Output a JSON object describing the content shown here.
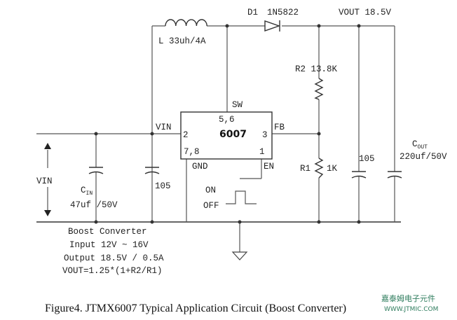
{
  "labels": {
    "d1": "D1",
    "d1_part": "1N5822",
    "vout": "VOUT 18.5V",
    "inductor": "L 33uh/4A",
    "r2": "R2 13.8K",
    "r1": "R1",
    "r1_value": "1K",
    "sw": "SW",
    "vin_pin": "VIN",
    "fb": "FB",
    "gnd": "GND",
    "en": "EN",
    "on": "ON",
    "off": "OFF",
    "vin": "VIN",
    "cin_main": "C",
    "cin_sub": "IN",
    "cin_value": "47uf /50V",
    "c105_left": "105",
    "c105_right": "105",
    "cout_main": "C",
    "cout_sub": "OUT",
    "cout_value": "220uf/50V"
  },
  "chip": {
    "name": "6007",
    "pins_top": "5,6",
    "pin2": "2",
    "pin3": "3",
    "pins_bottom": "7,8",
    "pin1": "1"
  },
  "notes": {
    "line1": "Boost Converter",
    "line2": "Input 12V ~ 16V",
    "line3": "Output 18.5V / 0.5A",
    "line4": "VOUT=1.25*(1+R2/R1)"
  },
  "caption": "Figure4. JTMX6007 Typical Application Circuit (Boost Converter)",
  "watermark": {
    "line1": "嘉泰姆电子元件",
    "line2": "WWW.JTMIC.COM"
  }
}
